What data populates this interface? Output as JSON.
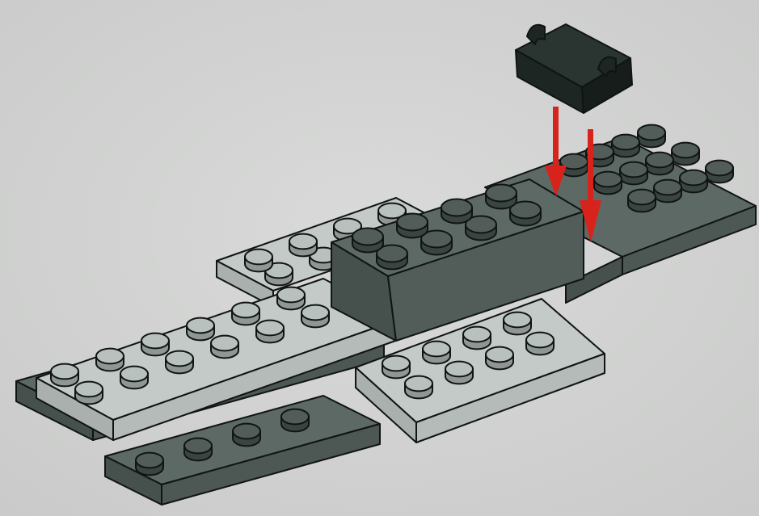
{
  "scene": {
    "subject": "building-instruction-step",
    "background_color": "#d2d3d2",
    "colors": {
      "light_gray_top": "#c3cac7",
      "light_gray_front": "#a9b0ad",
      "light_gray_stud": "#b9c1be",
      "dark_gray_top": "#5d6964",
      "dark_gray_front": "#46504c",
      "dark_gray_stud": "#525d59",
      "black_part": "#1d2623",
      "arrow": "#d8231c",
      "outline": "#101412"
    },
    "parts": [
      {
        "name": "light-gray-plate-front-left",
        "color": "light gray"
      },
      {
        "name": "dark-gray-plate-bottom",
        "color": "dark gray"
      },
      {
        "name": "light-gray-plate-back",
        "color": "light gray"
      },
      {
        "name": "light-gray-plate-front-right",
        "color": "light gray"
      },
      {
        "name": "dark-gray-plate-back-right",
        "color": "dark gray"
      },
      {
        "name": "dark-gray-brick-2x4",
        "color": "dark gray"
      },
      {
        "name": "black-clip-plate",
        "color": "black",
        "state": "being-added"
      }
    ],
    "arrows": 2,
    "arrow_direction": "down"
  }
}
